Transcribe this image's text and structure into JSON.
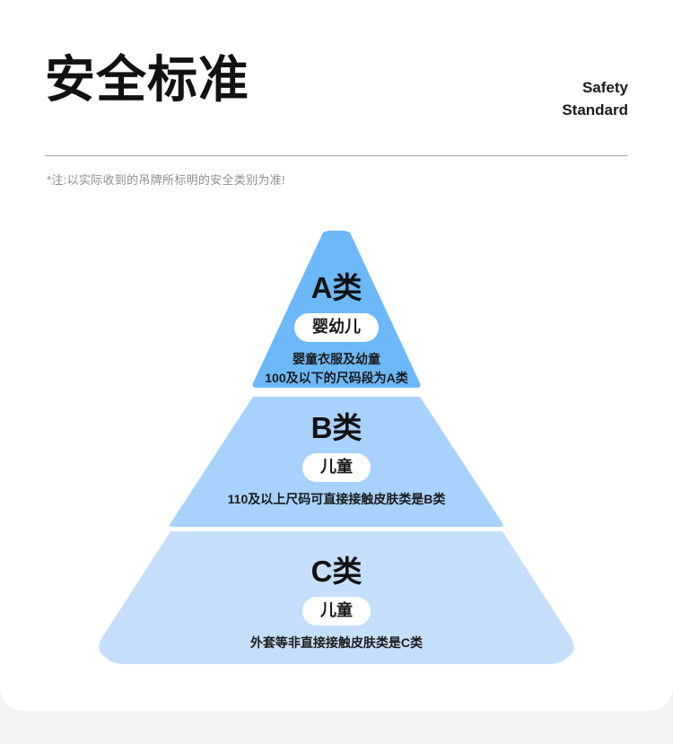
{
  "header": {
    "title_cn": "安全标准",
    "title_en_line1": "Safety",
    "title_en_line2": "Standard",
    "note": "*注:以实际收到的吊牌所标明的安全类别为准!"
  },
  "colors": {
    "page_background": "#f2f2f2",
    "card_background": "#ffffff",
    "divider": "#a9a9a9",
    "note_text": "#8d8d8d",
    "tier_a": "#6cb8f8",
    "tier_b": "#a8d2fb",
    "tier_c": "#c5dffb",
    "pill_background": "#ffffff",
    "text": "#111111"
  },
  "pyramid": {
    "tiers": [
      {
        "id": "a",
        "title": "A类",
        "pill": "婴幼儿",
        "desc_line1": "婴童衣服及幼童",
        "desc_line2": "100及以下的尺码段为A类",
        "color": "#6cb8f8"
      },
      {
        "id": "b",
        "title": "B类",
        "pill": "儿童",
        "desc_line1": "110及以上尺码可直接接触皮肤类是B类",
        "desc_line2": "",
        "color": "#a8d2fb"
      },
      {
        "id": "c",
        "title": "C类",
        "pill": "儿童",
        "desc_line1": "外套等非直接接触皮肤类是C类",
        "desc_line2": "",
        "color": "#c5dffb"
      }
    ]
  }
}
